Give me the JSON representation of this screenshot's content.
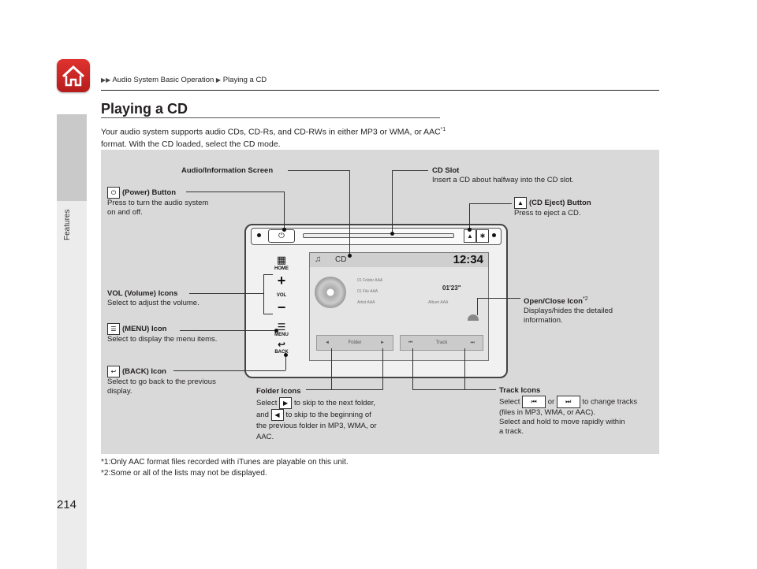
{
  "breadcrumb": {
    "parent": "Audio System Basic Operation",
    "current": "Playing a CD"
  },
  "sidebar": {
    "label": "Features"
  },
  "title": "Playing a CD",
  "intro": {
    "before_sup": "Your audio system supports audio CDs, CD-Rs, and CD-RWs in either MP3 or WMA, or AAC",
    "sup": "*1",
    "after_sup": " format. With the CD loaded, select the CD mode."
  },
  "callouts": {
    "audio_screen": "Audio/Information Screen",
    "cd_slot_title": "CD Slot",
    "cd_slot_desc": "Insert a CD about halfway into the CD slot.",
    "power_title": "(Power) Button",
    "power_desc1": "Press to turn the audio system",
    "power_desc2": "on and off.",
    "eject_title": "(CD Eject) Button",
    "eject_desc": "Press to eject a CD.",
    "vol_title": "VOL (Volume) Icons",
    "vol_desc": "Select to adjust the volume.",
    "open_title": "Open/Close Icon",
    "open_sup": "*2",
    "open_desc1": "Displays/hides the detailed",
    "open_desc2": "information.",
    "menu_title": "(MENU) Icon",
    "menu_desc": "Select to display the menu items.",
    "back_title": "(BACK) Icon",
    "back_desc1": "Select to go back to the previous",
    "back_desc2": "display.",
    "folder_title": "Folder Icons",
    "folder_desc1a": "Select",
    "folder_desc1b": "to skip to the next folder,",
    "folder_desc2a": "and",
    "folder_desc2b": "to skip to the beginning of",
    "folder_desc3": "the previous folder in MP3, WMA, or",
    "folder_desc4": "AAC.",
    "track_title": "Track Icons",
    "track_desc1a": "Select",
    "track_desc1b": "or",
    "track_desc1c": "to change tracks",
    "track_desc2": "(files in MP3, WMA, or AAC).",
    "track_desc3": "Select and hold to move rapidly within",
    "track_desc4": "a track."
  },
  "device": {
    "home": "HOME",
    "vol": "VOL",
    "menu": "MENU",
    "back": "BACK",
    "screen_mode": "CD",
    "clock": "12:34",
    "folder_row": "01 Folder AAA",
    "file_row": "01 File AAA",
    "artist_row": "Artist AAA",
    "album_row": "Album AAA",
    "elapsed": "01'23\"",
    "folder_btn": "Folder",
    "track_btn": "Track"
  },
  "notes": {
    "n1": "*1:Only AAC format files recorded with iTunes are playable on this unit.",
    "n2": "*2:Some or all of the lists may not be displayed."
  },
  "page_number": "214"
}
